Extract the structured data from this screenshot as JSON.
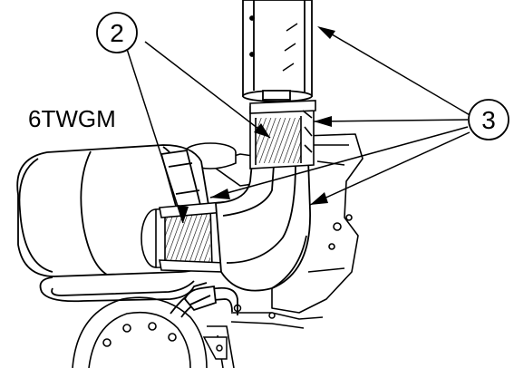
{
  "diagram": {
    "model_label": "6TWGM",
    "callouts": [
      {
        "number": "2"
      },
      {
        "number": "3"
      }
    ]
  }
}
